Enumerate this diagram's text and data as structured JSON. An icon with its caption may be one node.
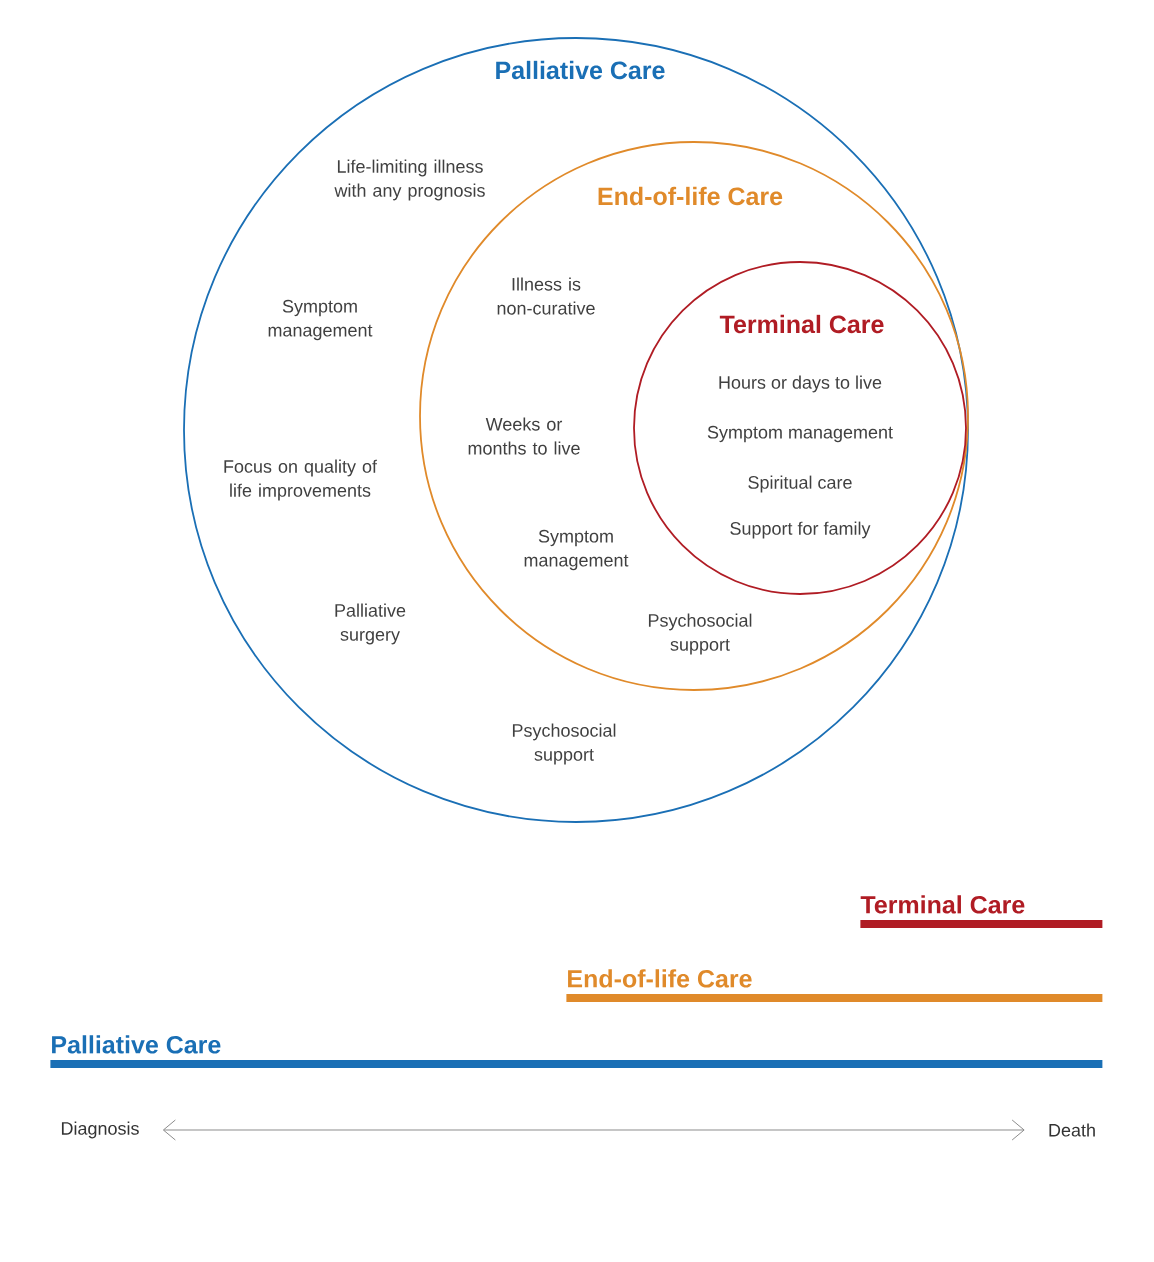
{
  "diagram": {
    "nodes": [
      {
        "text": [
          "Palliative Care",
          "Life-limiting illness with any prognosis",
          "Symptom management",
          "Focus on quality of life improvements",
          "Palliative surgery",
          "Psychosocial support"
        ]
      },
      {
        "text": [
          "End-of-life Care",
          "Illness is non-curative",
          "Weeks or months to live",
          "Symptom management",
          "Psychosocial support"
        ],
        "in": 0
      },
      {
        "text": [
          "Terminal Care",
          "Hours or days to live",
          "Symptom management",
          "Spiritual care",
          "Support for family"
        ],
        "in": 1
      },
      {
        "text": [
          "Terminal Care"
        ]
      },
      {
        "text": [
          "End-of-life Care"
        ]
      },
      {
        "text": [
          "Palliative Care"
        ]
      },
      {
        "text": [
          "Diagnosis"
        ]
      },
      {
        "text": [
          "Death"
        ]
      }
    ],
    "edges": [
      {
        "from": 6,
        "to": 7,
        "arrow": "both"
      }
    ]
  }
}
